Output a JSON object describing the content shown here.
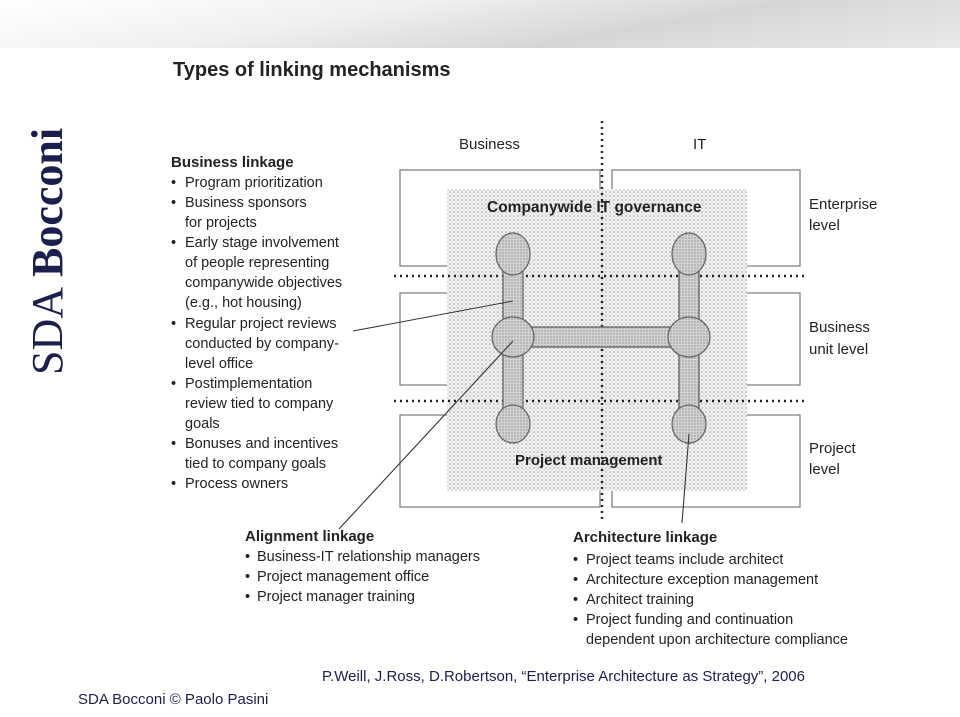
{
  "brand": {
    "vertical_light": "SDA",
    "vertical_bold": "Bocconi"
  },
  "figure": {
    "title": "Types of linking mechanisms",
    "column_headers": [
      "Business",
      "IT"
    ],
    "levels": [
      "Enterprise level",
      "Business unit level",
      "Project level"
    ],
    "center_labels": {
      "top": "Companywide IT governance",
      "bottom": "Project management"
    },
    "business_linkage": {
      "heading": "Business linkage",
      "items": [
        "Program prioritization",
        "Business sponsors for projects",
        "Early stage involvement of people representing companywide objectives (e.g., hot housing)",
        "Regular project reviews conducted by company-level office",
        "Postimplementation review tied to company goals",
        "Bonuses and incentives tied to company goals",
        "Process owners"
      ]
    },
    "alignment_linkage": {
      "heading": "Alignment linkage",
      "items": [
        "Business-IT relationship managers",
        "Project management office",
        "Project manager training"
      ]
    },
    "architecture_linkage": {
      "heading": "Architecture linkage",
      "items": [
        "Project teams include architect",
        "Architecture exception management",
        "Architect training",
        "Project funding and continuation dependent upon architecture compliance"
      ]
    }
  },
  "citation": "P.Weill, J.Ross, D.Robertson, “Enterprise Architecture as Strategy”, 2006",
  "footer": "SDA Bocconi © Paolo Pasini",
  "colors": {
    "brand_navy": "#1a1f4d",
    "dot_fill": "#d8d8d8",
    "node_fill": "#cfcfcf"
  }
}
